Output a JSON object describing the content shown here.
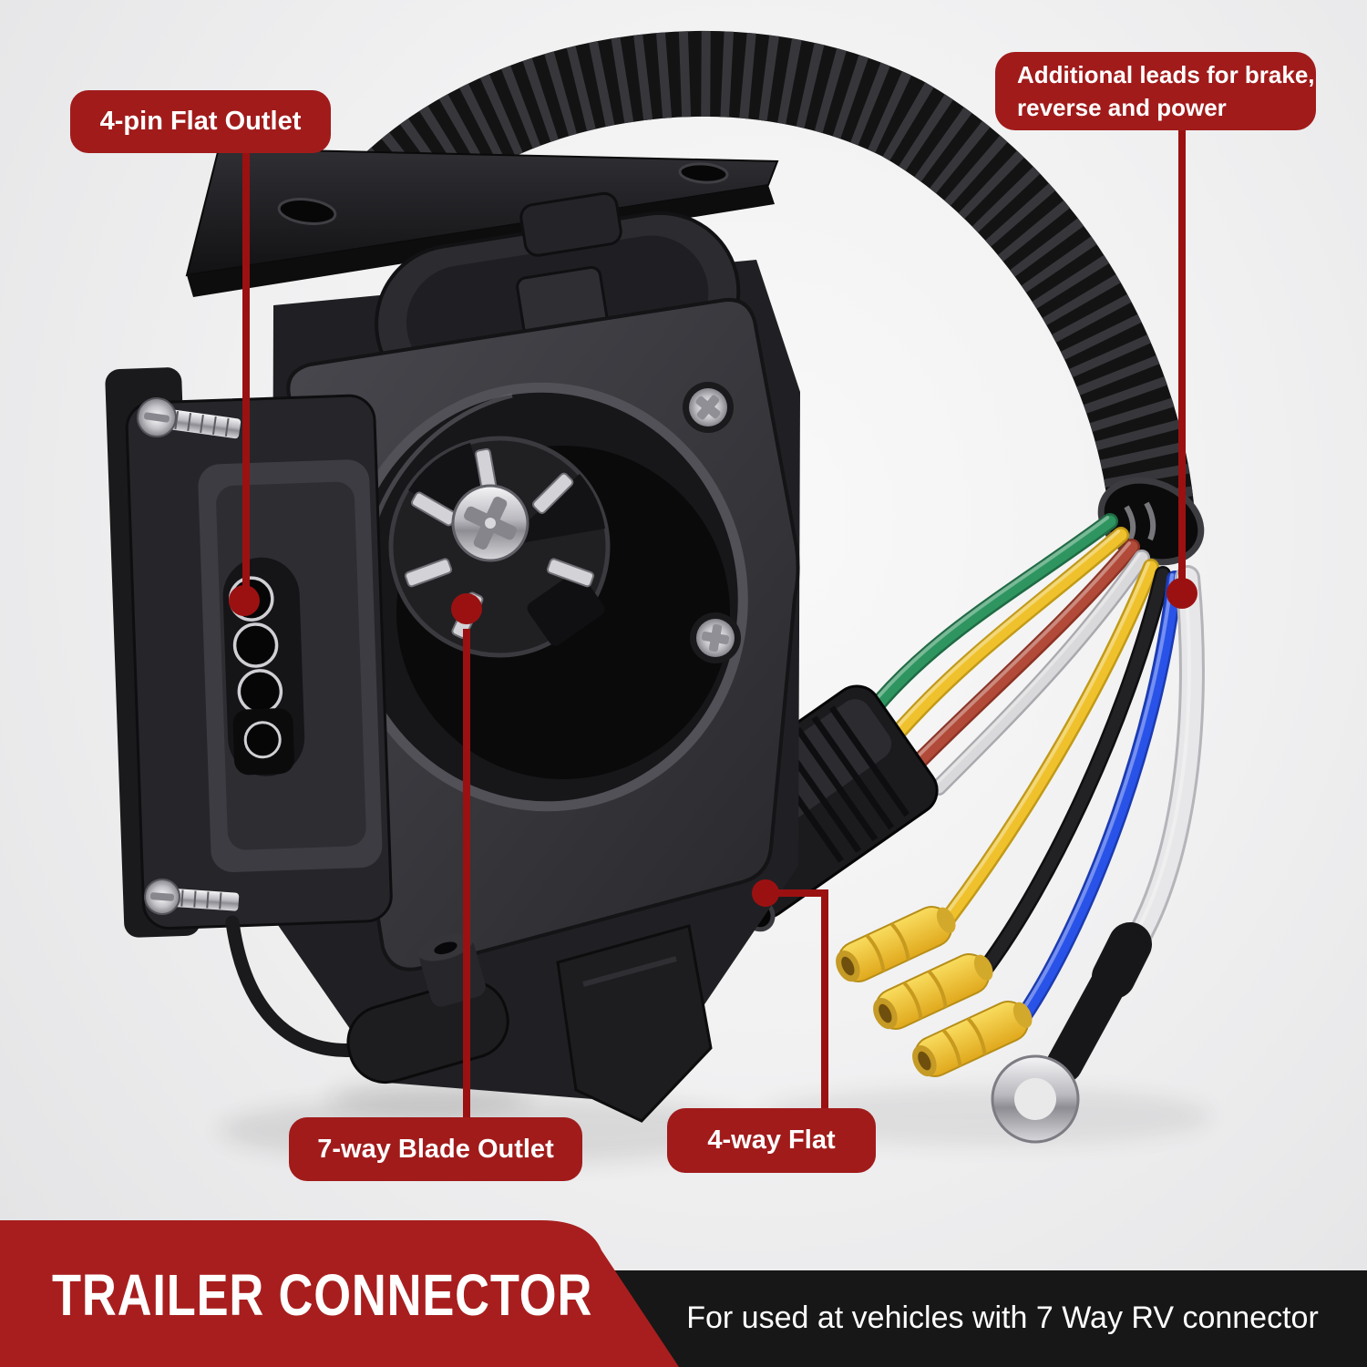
{
  "callouts": {
    "four_pin_flat_outlet": {
      "label": "4-pin Flat Outlet"
    },
    "additional_leads": {
      "label": "Additional leads for brake, reverse and power",
      "lines": [
        "Additional leads for brake,",
        "reverse and power"
      ]
    },
    "seven_way_blade_outlet": {
      "label": "7-way Blade Outlet"
    },
    "four_way_flat": {
      "label": "4-way Flat"
    }
  },
  "banner": {
    "title": "TRAILER CONNECTOR",
    "subtitle": "For used at vehicles with 7 Way RV connector"
  },
  "colors": {
    "callout_red": "#A11B1B",
    "leader_red": "#9B1111",
    "banner_red": "#A81E1E",
    "banner_black": "#171717",
    "wire_green": "#2F9560",
    "wire_yellow": "#EFC22D",
    "wire_brown_red": "#B14A38",
    "wire_white": "#D9D9DB",
    "wire_black": "#222225",
    "wire_blue": "#2953E8",
    "wire_white_heavy": "#E7E7E9",
    "terminal_yellow": "#F1C84A"
  }
}
